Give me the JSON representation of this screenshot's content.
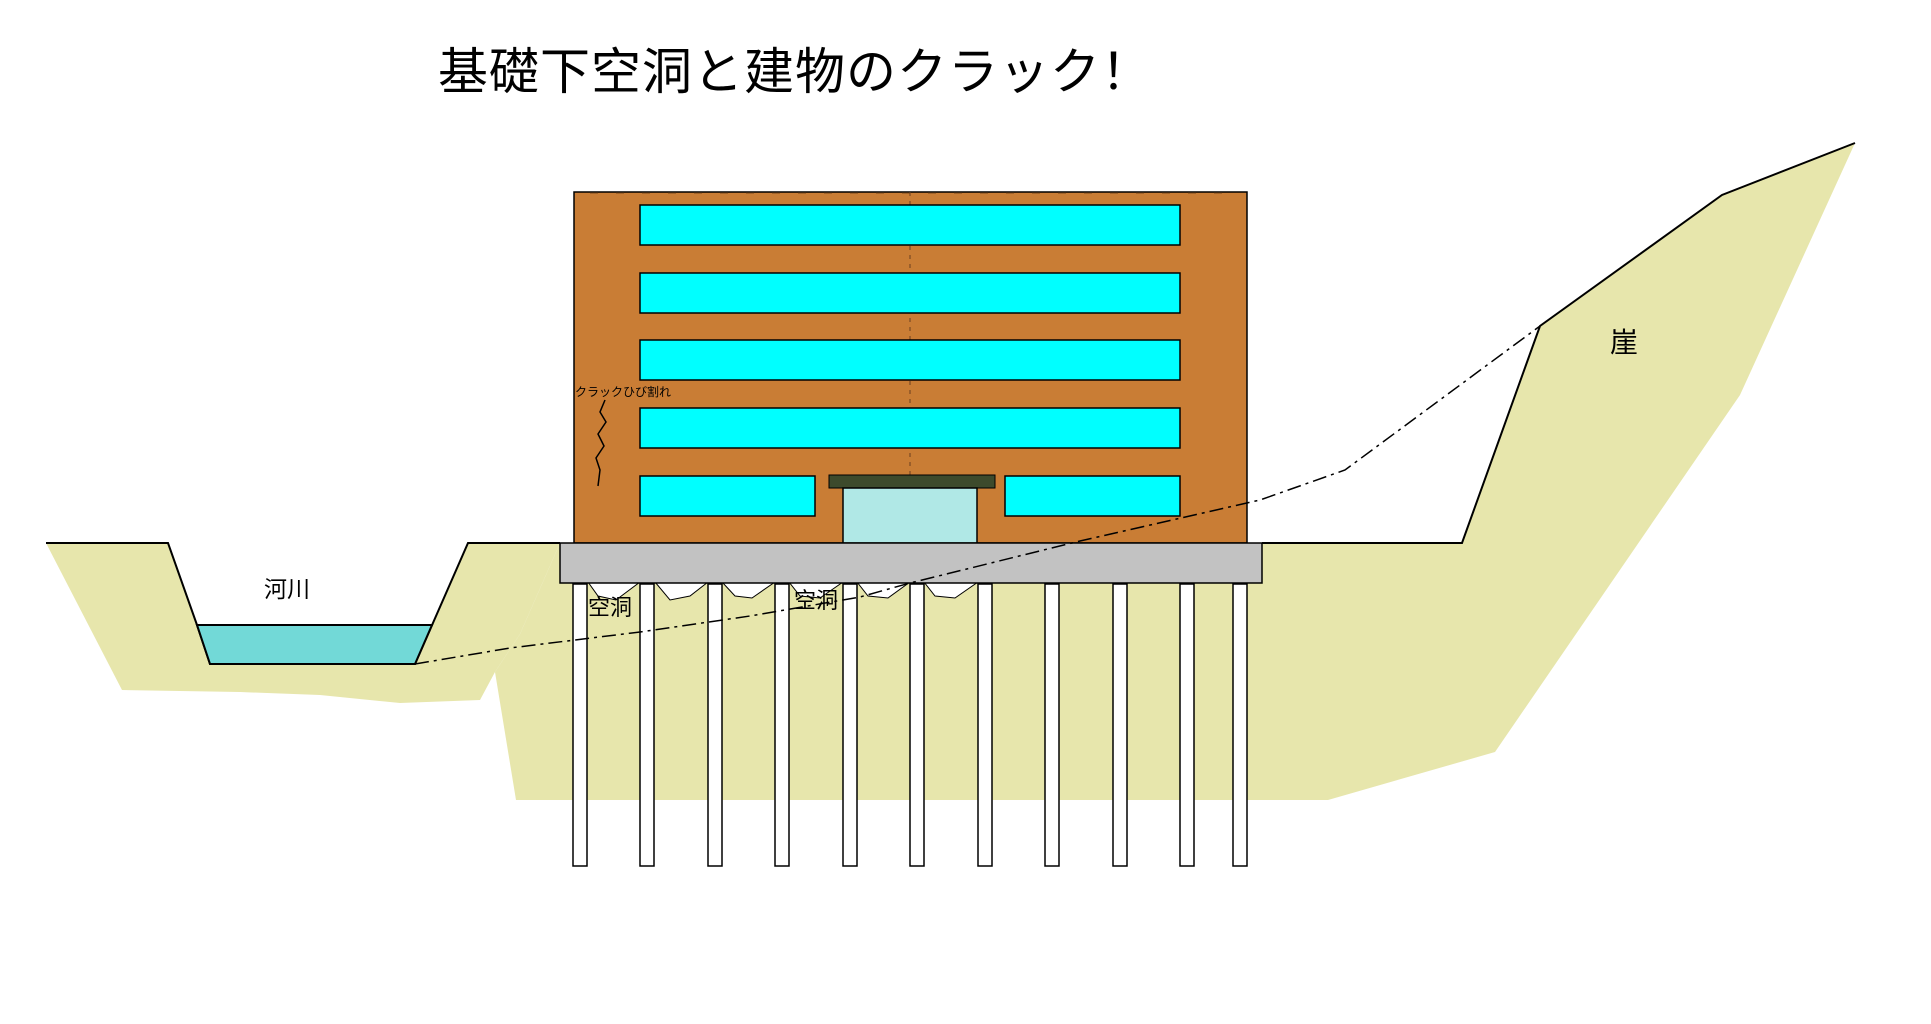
{
  "title": "基礎下空洞と建物のクラック！",
  "labels": {
    "river": "河川",
    "cliff": "崖",
    "crack": "クラックひび割れ",
    "void_left": "空洞",
    "void_center": "空洞"
  },
  "colors": {
    "ground": "#e7e6ac",
    "building": "#c97d35",
    "window": "#00ffff",
    "water": "#72d9d7",
    "foundation": "#c2c2c2",
    "entrance": "#b0e8e6",
    "canopy": "#3d4a2c",
    "pile": "#ffffff",
    "outline": "#000000"
  }
}
